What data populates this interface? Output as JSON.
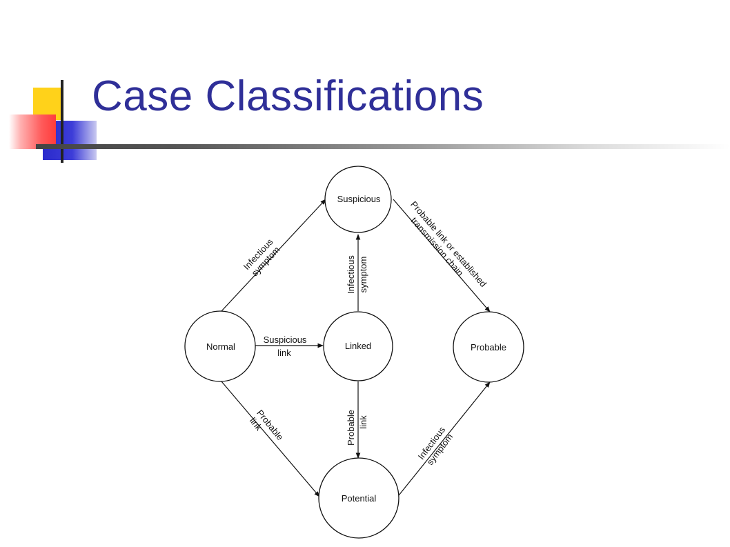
{
  "slide": {
    "title": "Case Classifications"
  },
  "diagram": {
    "nodes": {
      "suspicious": "Suspicious",
      "normal": "Normal",
      "linked": "Linked",
      "probable": "Probable",
      "potential": "Potential"
    },
    "edges": {
      "normal_to_suspicious": [
        "Infectious",
        "symptom"
      ],
      "normal_to_linked": [
        "Suspicious",
        "link"
      ],
      "linked_to_suspicious": [
        "Infectious",
        "symptom"
      ],
      "suspicious_to_probable": [
        "Probable link or established",
        "transmission chain"
      ],
      "normal_to_potential": [
        "Probable",
        "link"
      ],
      "linked_to_potential": [
        "Probable",
        "link"
      ],
      "potential_to_probable": [
        "Infectious",
        "symptom"
      ]
    }
  },
  "colors": {
    "title": "#2f2f98",
    "accent_yellow": "#ffd000",
    "accent_blue": "#3333cc",
    "accent_red": "#ff5555"
  }
}
